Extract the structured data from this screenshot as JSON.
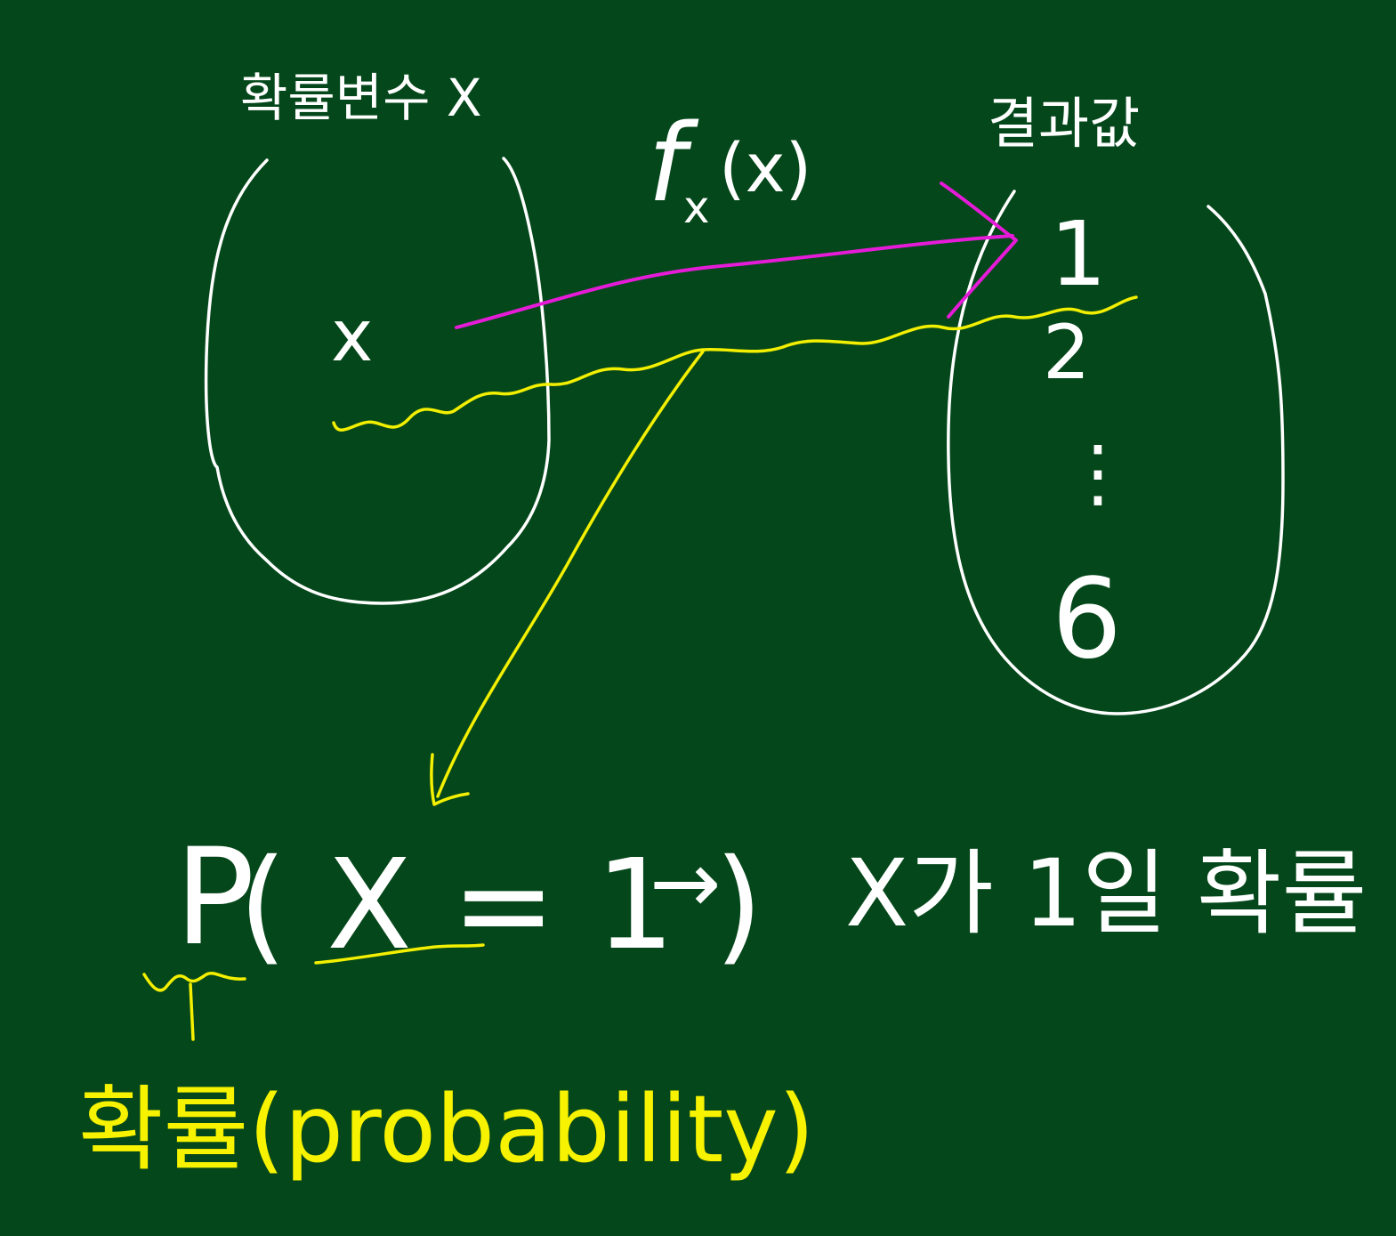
{
  "left_set": {
    "title": "확률변수 X",
    "element": "x"
  },
  "mapping": {
    "function_label": "f",
    "function_subscript": "x",
    "function_arg": "(x)"
  },
  "right_set": {
    "title": "결과값",
    "values": [
      "1",
      "2",
      "6"
    ],
    "ellipsis": "⋮"
  },
  "probability": {
    "expression_p": "P",
    "expression_inner": "( X = 1 )",
    "arrow": "→",
    "meaning": "X가 1일 확률",
    "note": "확률(probability)"
  },
  "colors": {
    "board": "#04471a",
    "chalk": "#ffffff",
    "highlight": "#f3ef00",
    "arrow": "#e51bd8"
  }
}
